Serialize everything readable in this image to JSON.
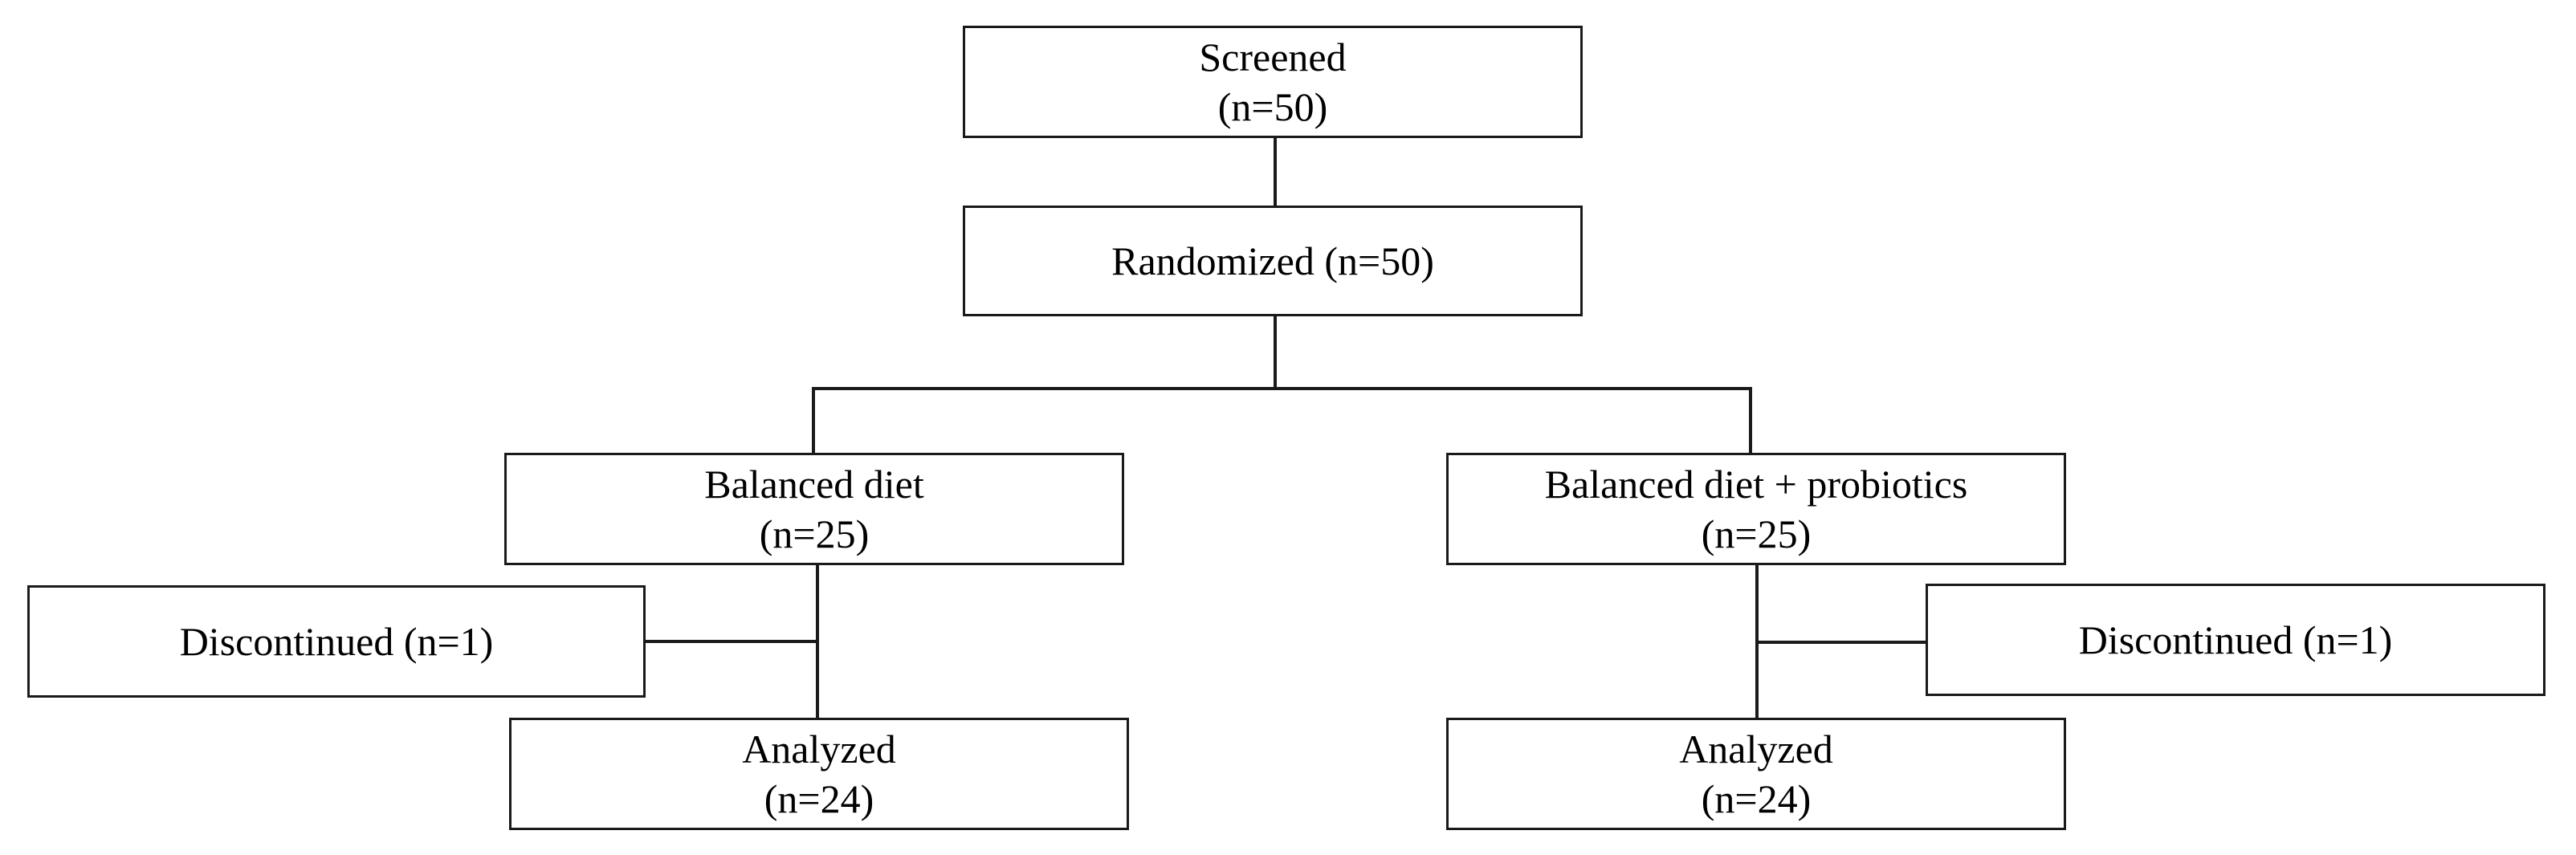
{
  "flowchart": {
    "screened": {
      "label": "Screened",
      "count": "(n=50)"
    },
    "randomized": {
      "label": "Randomized (n=50)"
    },
    "arm_left": {
      "allocation": {
        "label": "Balanced diet",
        "count": "(n=25)"
      },
      "discontinued": {
        "label": "Discontinued (n=1)"
      },
      "analyzed": {
        "label": "Analyzed",
        "count": "(n=24)"
      }
    },
    "arm_right": {
      "allocation": {
        "label": "Balanced diet + probiotics",
        "count": "(n=25)"
      },
      "discontinued": {
        "label": "Discontinued (n=1)"
      },
      "analyzed": {
        "label": "Analyzed",
        "count": "(n=24)"
      }
    },
    "colors": {
      "line": "#1a1a1a",
      "box_border": "#1a1a1a",
      "background": "#ffffff",
      "text": "#000000"
    }
  }
}
